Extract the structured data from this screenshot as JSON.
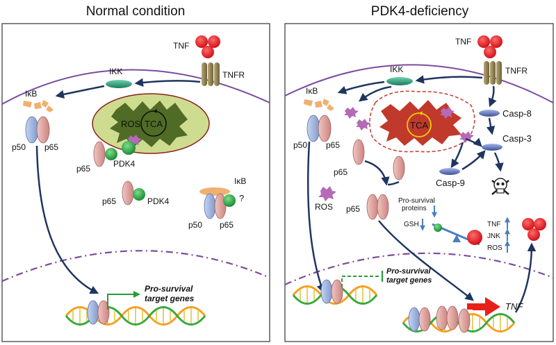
{
  "panels": {
    "left": {
      "title": "Normal condition",
      "labels": {
        "tnf": "TNF",
        "tnfr": "TNFR",
        "ikk": "IKK",
        "ikb": "IκB",
        "p50": "p50",
        "p65": "p65",
        "ros": "ROS",
        "tca": "TCA",
        "p65_pdk4_a": "p65",
        "pdk4_a": "PDK4",
        "p65_pdk4_b": "p65",
        "pdk4_b": "PDK4",
        "ikb_complex": "IκB",
        "question": "?",
        "p50_complex": "p50",
        "p65_complex": "p65",
        "prosurvival_1": "Pro-survival",
        "prosurvival_2": "target genes"
      }
    },
    "right": {
      "title": "PDK4-deficiency",
      "labels": {
        "tnf": "TNF",
        "tnfr": "TNFR",
        "ikk": "IKK",
        "ikb": "IκB",
        "p50": "p50",
        "p65": "p65",
        "tca": "TCA",
        "p65_free": "p65",
        "ros": "ROS",
        "p65_nuclear": "p65",
        "casp8": "Casp-8",
        "casp3": "Casp-3",
        "casp9": "Casp-9",
        "ps_proteins_1": "Pro-survival",
        "ps_proteins_2": "proteins",
        "gsh": "GSH",
        "tnf_up": "TNF",
        "jnk_up": "JNK",
        "ros_up": "ROS",
        "prosurvival_1": "Pro-survival",
        "prosurvival_2": "target genes",
        "tnf_gene": "TNF"
      }
    }
  },
  "colors": {
    "membrane": "#7b4aa0",
    "arrow": "#1f3560",
    "tca_normal_outer": "#cddc8e",
    "tca_normal_inner": "#4f6b26",
    "tca_deficient": "#c0392b",
    "tnf": "#e8202a",
    "ikk": "#2e9a7a",
    "p50": "#8fa8d8",
    "p65": "#d99a98",
    "pdk4": "#2fb24a",
    "casp": "#5a70b8",
    "ros": "#b56ab8",
    "green_arrow": "#2a9a3a",
    "red_arrow": "#e8201a",
    "up_arrow": "#4a7ec0"
  }
}
